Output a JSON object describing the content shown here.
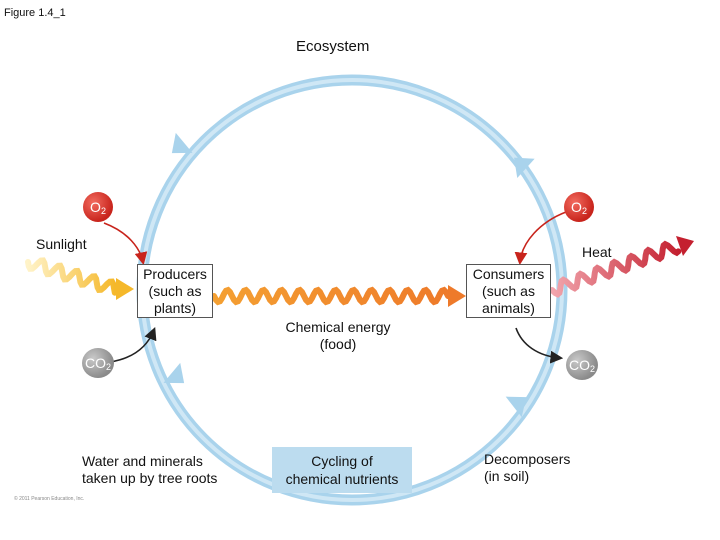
{
  "figure_label": "Figure 1.4_1",
  "title": "Ecosystem",
  "sunlight": "Sunlight",
  "heat": "Heat",
  "producers": "Producers\n(such as\nplants)",
  "consumers": "Consumers\n(such as\nanimals)",
  "chemical_energy": "Chemical energy\n(food)",
  "water_minerals": "Water and minerals\ntaken up by tree roots",
  "cycling": "Cycling of\nchemical nutrients",
  "decomposers": "Decomposers\n(in soil)",
  "o2_base": "O",
  "o2_sub": "2",
  "co2_base": "CO",
  "co2_sub": "2",
  "copyright": "© 2011 Pearson Education, Inc.",
  "colors": {
    "cycle": "#a9d3ec",
    "o2": "#d2332a",
    "co2": "#9a9a9a",
    "sunlight_wave": "#f7c43b",
    "energy_wave": "#f08c2e",
    "heat_wave": "#cc2936"
  }
}
